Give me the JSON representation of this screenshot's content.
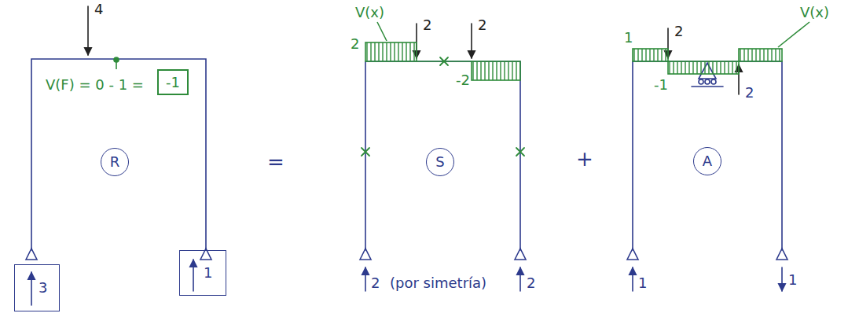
{
  "diagram": {
    "nodes": [
      {
        "text": [
          "-1"
        ]
      },
      {
        "text": [
          "R"
        ]
      },
      {
        "text": [
          "3"
        ]
      },
      {
        "text": [
          "1"
        ]
      },
      {
        "text": [
          "S"
        ]
      },
      {
        "text": [
          "A"
        ]
      }
    ],
    "labels": [
      "4",
      "V(F) = 0 - 1 =",
      "=",
      "V(x)",
      "2",
      "2",
      "2",
      "-2",
      "2",
      "(por simetría)",
      "2",
      "+",
      "1",
      "2",
      "-1",
      "2",
      "V(x)",
      "1",
      "1"
    ]
  }
}
